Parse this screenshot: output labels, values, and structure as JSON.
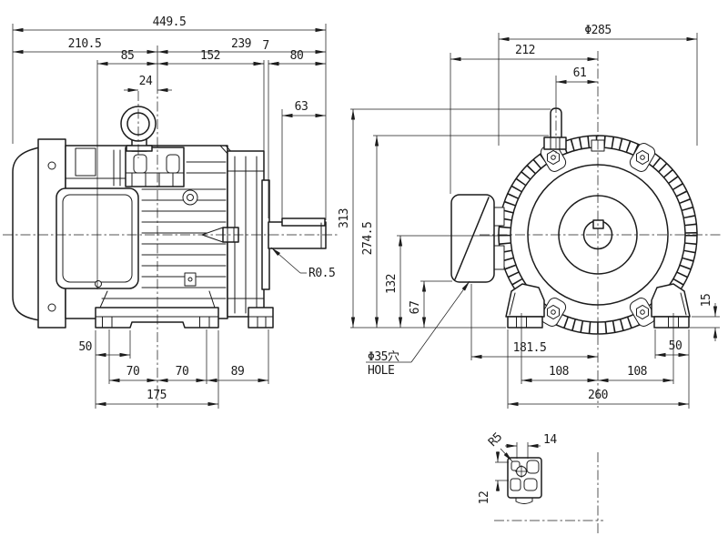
{
  "drawing": {
    "type": "engineering-dimension-drawing",
    "subject": "foot-mounted electric motor, side view / drive-end view / foot slot detail",
    "background_color": "#ffffff",
    "line_color": "#1c1c1c"
  },
  "dims": {
    "side_view": {
      "overall_length": "449.5",
      "rear_length": "210.5",
      "front_length": "239",
      "foot_to_center": "85",
      "center_to_flange": "152",
      "spigot_step": "7",
      "shaft_length": "80",
      "eyebolt_offset": "24",
      "key_length": "63",
      "shaft_fillet": "R0.5",
      "pad_width": "50",
      "foot_pitch_rear": "70",
      "foot_pitch_front": "70",
      "foot_to_shoulder": "89",
      "foot_length": "175"
    },
    "front_view": {
      "frame_diameter": "Φ285",
      "box_to_center": "212",
      "eyebolt_offset": "61",
      "total_height": "313",
      "body_top_height": "274.5",
      "shaft_height": "132",
      "box_bottom_height": "67",
      "pad_thickness": "15",
      "hole_to_center": "181.5",
      "pad_width": "50",
      "foot_pitch_left": "108",
      "foot_pitch_right": "108",
      "foot_span": "260",
      "hole_note_jp": "Φ35穴",
      "hole_note_en": "HOLE"
    },
    "detail_view": {
      "corner_radius": "R5",
      "slot_width": "14",
      "slot_offset": "12"
    }
  }
}
